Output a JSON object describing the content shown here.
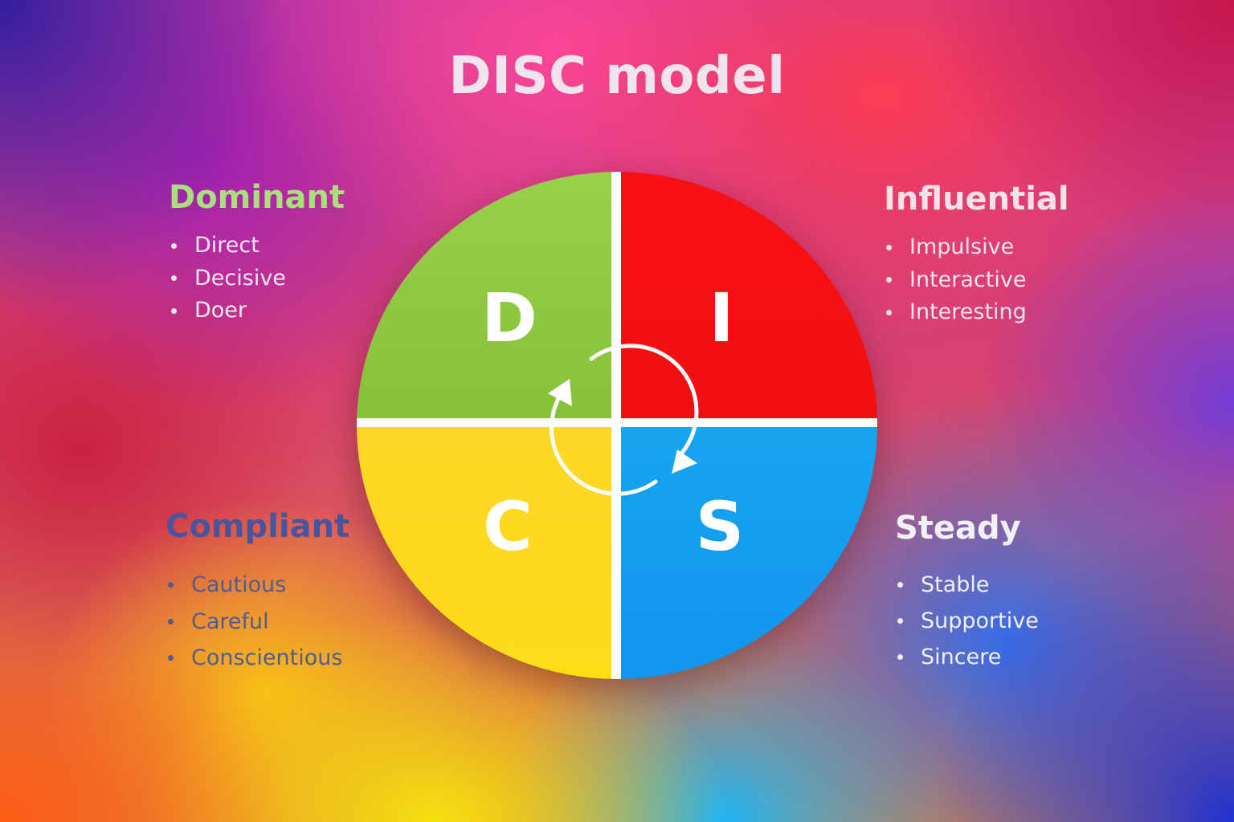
{
  "title": "DISC model",
  "colors": {
    "dominant": "#8dc643",
    "influential": "#f41013",
    "steady": "#139ef0",
    "compliant": "#fdd91f",
    "divider": "#ffffff"
  },
  "quadrants": {
    "d": {
      "letter": "D",
      "label": "Dominant",
      "traits": [
        "Direct",
        "Decisive",
        "Doer"
      ]
    },
    "i": {
      "letter": "I",
      "label": "Influential",
      "traits": [
        "Impulsive",
        "Interactive",
        "Interesting"
      ]
    },
    "s": {
      "letter": "S",
      "label": "Steady",
      "traits": [
        "Stable",
        "Supportive",
        "Sincere"
      ]
    },
    "c": {
      "letter": "C",
      "label": "Compliant",
      "traits": [
        "Cautious",
        "Careful",
        "Conscientious"
      ]
    }
  },
  "center_icon": "cycle-arrows-icon"
}
